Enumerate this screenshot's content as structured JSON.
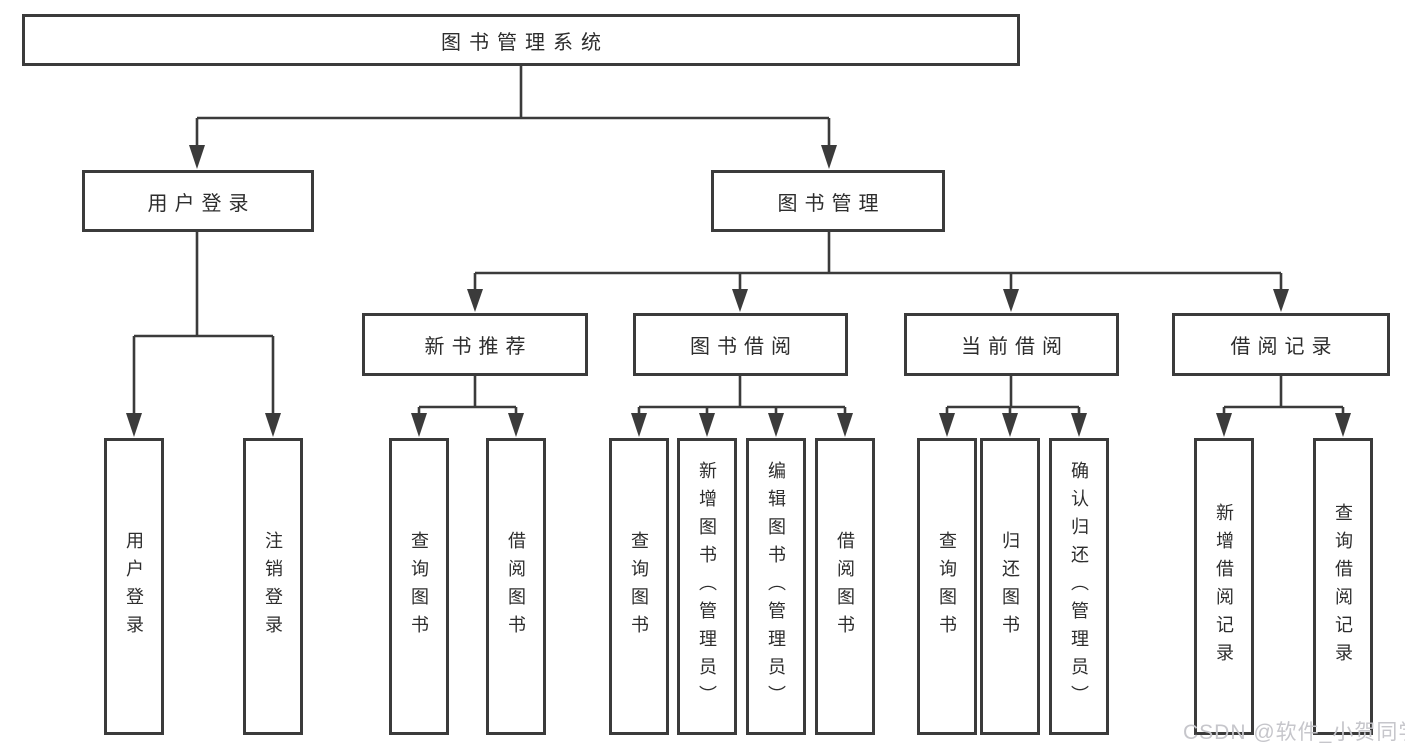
{
  "tree": {
    "label": "图书管理系统",
    "children": [
      {
        "label": "用户登录",
        "children": [
          {
            "label": "用户登录"
          },
          {
            "label": "注销登录"
          }
        ]
      },
      {
        "label": "图书管理",
        "children": [
          {
            "label": "新书推荐",
            "children": [
              {
                "label": "查询图书"
              },
              {
                "label": "借阅图书"
              }
            ]
          },
          {
            "label": "图书借阅",
            "children": [
              {
                "label": "查询图书"
              },
              {
                "label": "新增图书（管理员）"
              },
              {
                "label": "编辑图书（管理员）"
              },
              {
                "label": "借阅图书"
              }
            ]
          },
          {
            "label": "当前借阅",
            "children": [
              {
                "label": "查询图书"
              },
              {
                "label": "归还图书"
              },
              {
                "label": "确认归还（管理员）"
              }
            ]
          },
          {
            "label": "借阅记录",
            "children": [
              {
                "label": "新增借阅记录"
              },
              {
                "label": "查询借阅记录"
              }
            ]
          }
        ]
      }
    ]
  },
  "watermark": {
    "text": "CSDN @软件_小贺同学"
  },
  "colors": {
    "line": "#3b3b3b",
    "text": "#2d2d2d",
    "watermark": "#c6c6cb",
    "background": "#ffffff"
  }
}
